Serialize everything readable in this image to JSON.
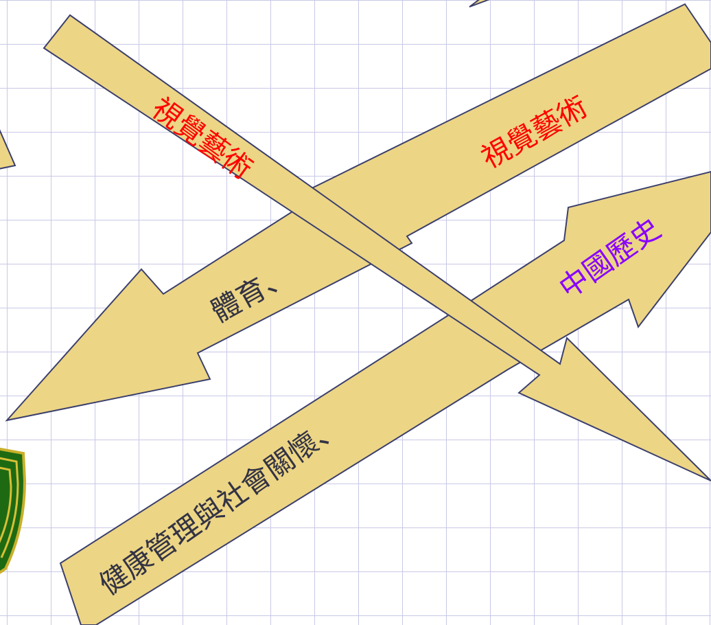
{
  "diagram": {
    "arrows": [
      {
        "id": "pe-arts",
        "labels": [
          "體育、",
          "視覺藝術"
        ]
      },
      {
        "id": "health-history",
        "labels": [
          "健康管理與社會關懷、",
          "中國歷史"
        ]
      },
      {
        "id": "visual-arts",
        "labels": [
          "視覺藝術"
        ]
      }
    ]
  },
  "colors": {
    "arrow_fill": "#ecd585",
    "arrow_outline": "#3b3f6c",
    "grid_line": "#c8c8e6",
    "label_red": "#ff0000",
    "label_purple": "#8800ff",
    "label_dark": "#333344",
    "shield_green": "#1e6a12",
    "shield_gold": "#d8bf35"
  },
  "icons": [
    "shield-icon"
  ]
}
